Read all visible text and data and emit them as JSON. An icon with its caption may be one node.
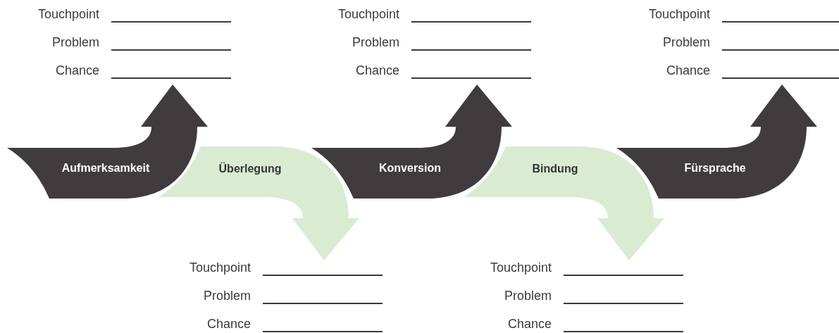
{
  "diagram": {
    "nodes": [
      {
        "text": [
          "Aufmerksamkeit"
        ],
        "beside": [
          "Touchpoint",
          "Problem",
          "Chance"
        ]
      },
      {
        "text": [
          "Überlegung"
        ],
        "beside": [
          "Touchpoint",
          "Problem",
          "Chance"
        ]
      },
      {
        "text": [
          "Konversion"
        ],
        "beside": [
          "Touchpoint",
          "Problem",
          "Chance"
        ]
      },
      {
        "text": [
          "Bindung"
        ],
        "beside": [
          "Touchpoint",
          "Problem",
          "Chance"
        ]
      },
      {
        "text": [
          "Fürsprache"
        ],
        "beside": [
          "Touchpoint",
          "Problem",
          "Chance"
        ]
      }
    ]
  }
}
